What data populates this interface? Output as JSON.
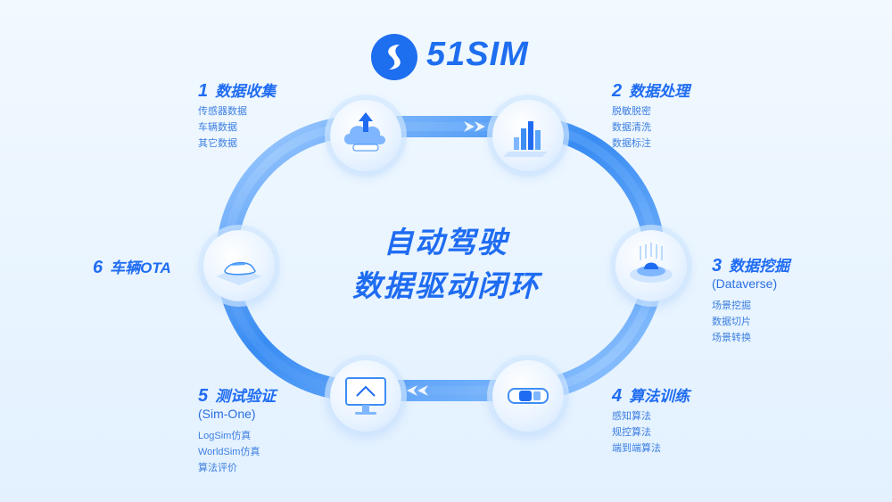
{
  "brand": {
    "name": "51SIM",
    "color": "#1e6ef0"
  },
  "slogan": {
    "line1": "自动驾驶",
    "line2": "数据驱动闭环"
  },
  "steps": [
    {
      "num": "1",
      "title": "数据收集",
      "subtitle": "",
      "items": [
        "传感器数据",
        "车辆数据",
        "其它数据"
      ],
      "icon": "cloud-upload-car-icon"
    },
    {
      "num": "2",
      "title": "数据处理",
      "subtitle": "",
      "items": [
        "脱敏脱密",
        "数据清洗",
        "数据标注"
      ],
      "icon": "data-bars-icon"
    },
    {
      "num": "3",
      "title": "数据挖掘",
      "subtitle": "(Dataverse)",
      "items": [
        "场景挖掘",
        "数据切片",
        "场景转换"
      ],
      "icon": "data-mining-icon"
    },
    {
      "num": "4",
      "title": "算法训练",
      "subtitle": "",
      "items": [
        "感知算法",
        "规控算法",
        "端到端算法"
      ],
      "icon": "car-topview-icon"
    },
    {
      "num": "5",
      "title": "测试验证",
      "subtitle": "(Sim-One)",
      "items": [
        "LogSim仿真",
        "WorldSim仿真",
        "算法评价"
      ],
      "icon": "monitor-icon"
    },
    {
      "num": "6",
      "title": "车辆OTA",
      "subtitle": "",
      "items": [],
      "icon": "car-platform-icon"
    }
  ],
  "colors": {
    "accent": "#1f6cf2",
    "loop_light": "#bcdcff",
    "loop_dark": "#3d8ef5"
  }
}
